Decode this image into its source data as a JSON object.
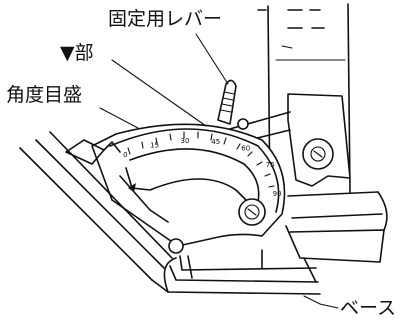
{
  "labels": {
    "lever": "固定用レバー",
    "mark": "▼部",
    "angle_scale": "角度目盛",
    "base": "ベース"
  },
  "scale": {
    "ticks": [
      "0",
      "15",
      "30",
      "45",
      "60",
      "75",
      "90"
    ]
  }
}
